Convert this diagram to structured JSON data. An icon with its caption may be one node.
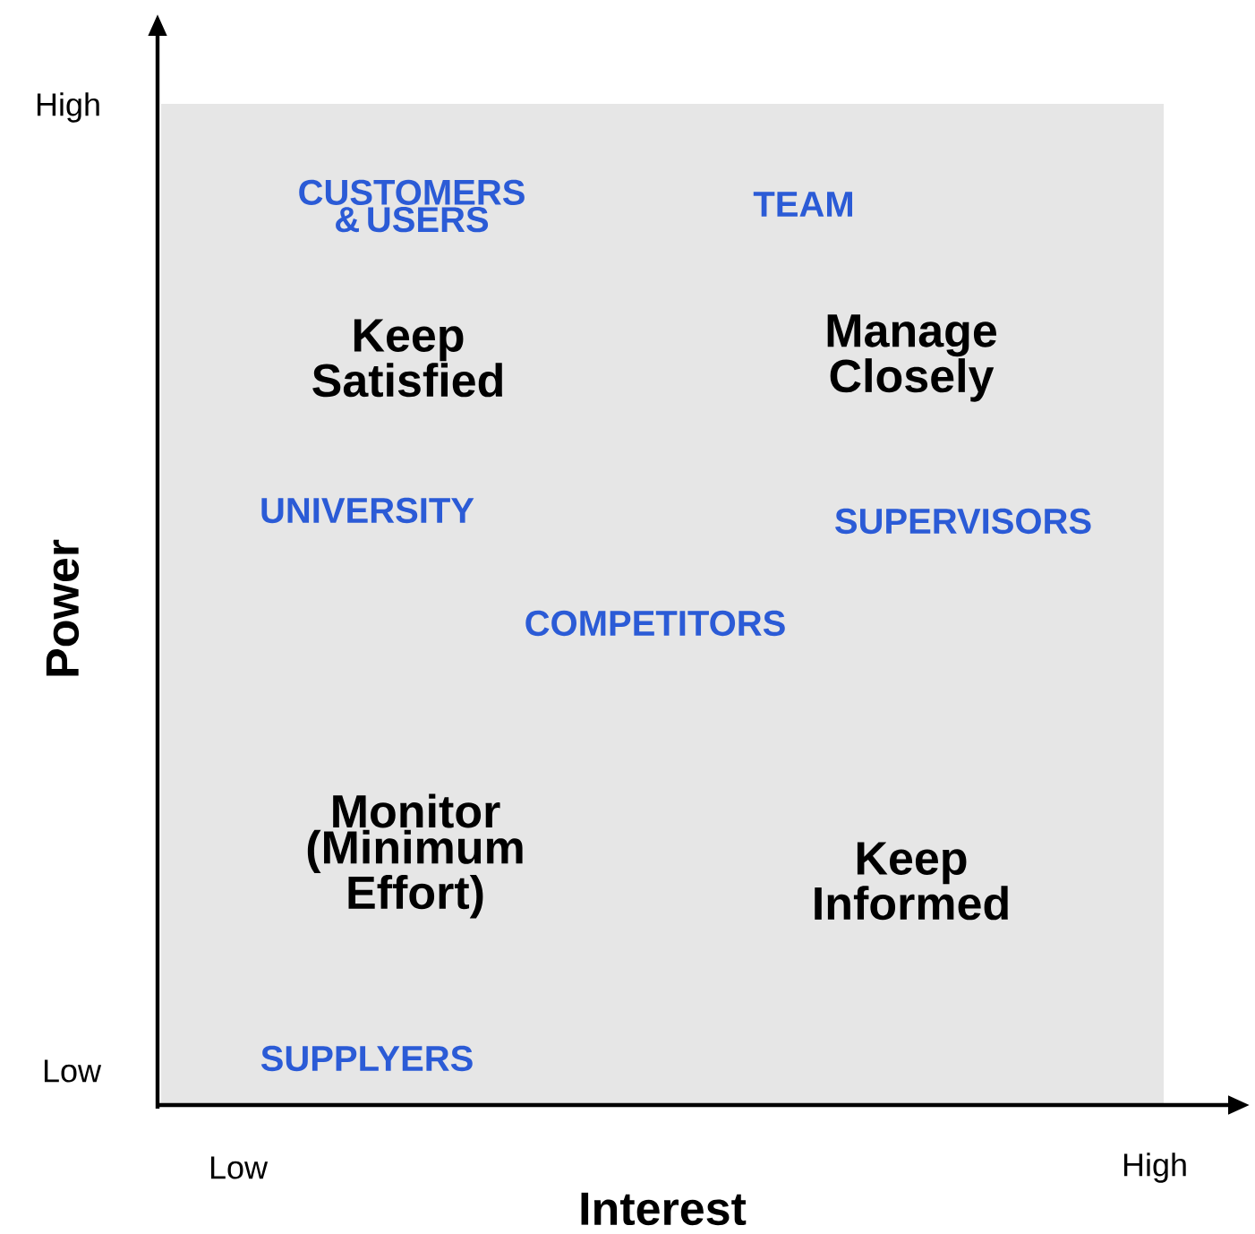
{
  "diagram": {
    "nodes": [
      {
        "text": [
          "CUSTOMERS & USERS",
          "Keep Satisfied",
          "UNIVERSITY"
        ]
      },
      {
        "text": [
          "TEAM",
          "Manage Closely",
          "SUPERVISORS"
        ]
      },
      {
        "text": [
          "Monitor (Minimum Effort)",
          "SUPPLYERS"
        ]
      },
      {
        "text": [
          "Keep Informed"
        ]
      }
    ],
    "labels": [
      "High",
      "Power",
      "COMPETITORS",
      "Low",
      "Low",
      "High",
      "Interest"
    ]
  }
}
